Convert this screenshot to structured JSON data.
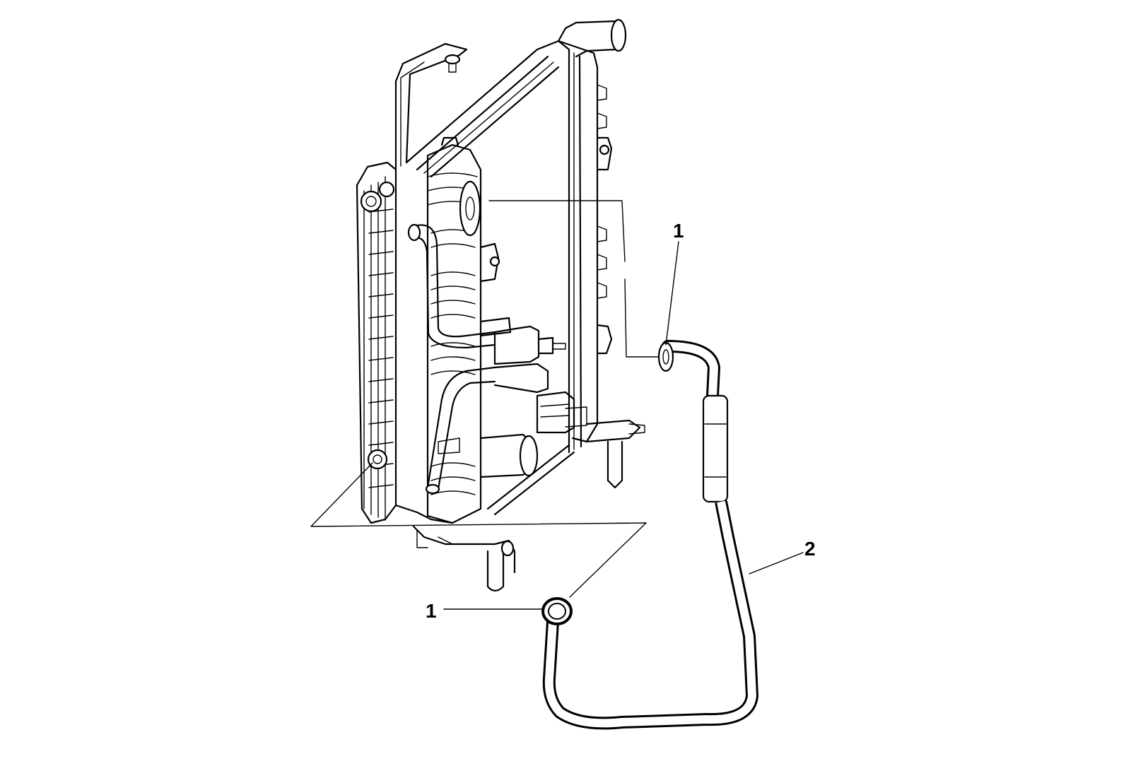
{
  "callouts": [
    {
      "id": "1a",
      "label": "1"
    },
    {
      "id": "1b",
      "label": "1"
    },
    {
      "id": "2",
      "label": "2"
    }
  ],
  "parts": {
    "fitting": "1",
    "hose": "2"
  },
  "colors": {
    "line": "#000000",
    "background": "#ffffff"
  }
}
